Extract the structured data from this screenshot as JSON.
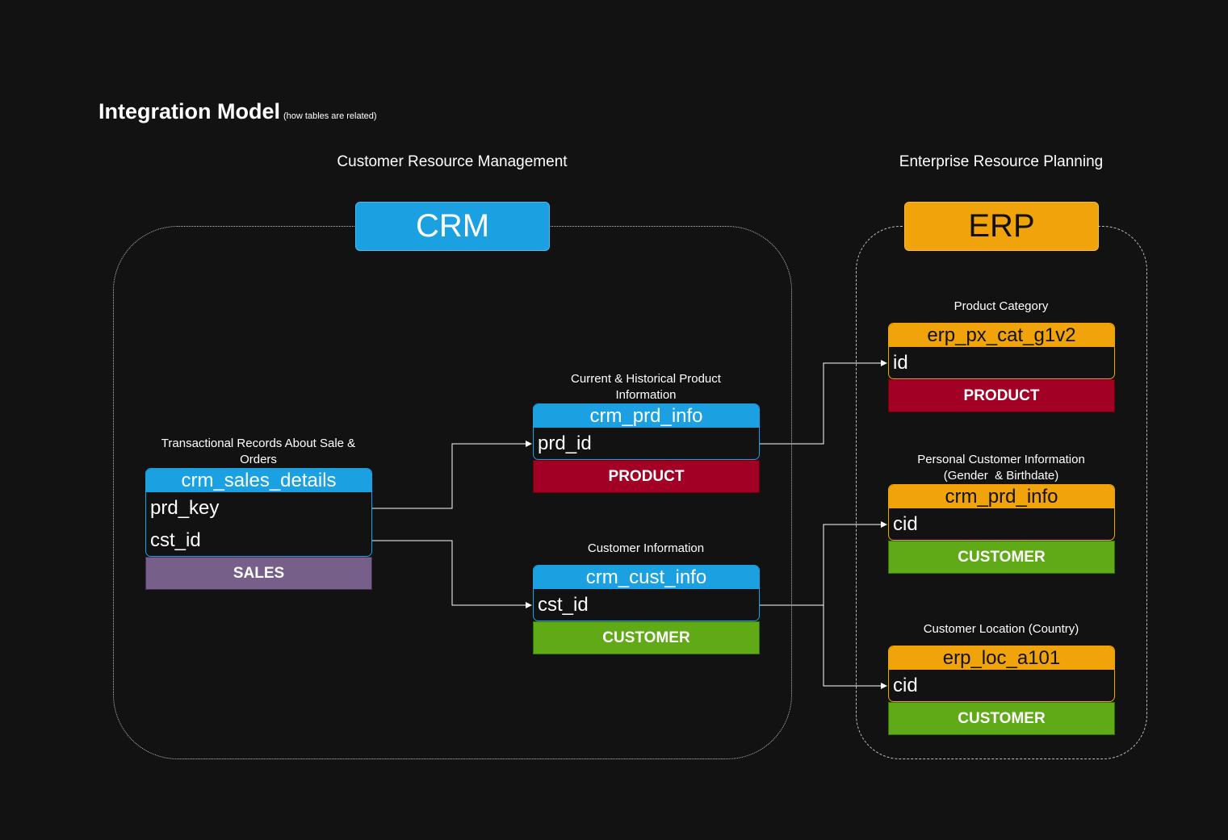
{
  "title": {
    "main": "Integration Model",
    "sub": "(how tables are related)"
  },
  "sections": {
    "crm_caption": "Customer Resource Management",
    "erp_caption": "Enterprise Resource Planning",
    "crm_badge": "CRM",
    "erp_badge": "ERP"
  },
  "tables": {
    "sales": {
      "caption": "Transactional Records About Sale & Orders",
      "name": "crm_sales_details",
      "fields": [
        "prd_key",
        "cst_id"
      ],
      "tag": "SALES"
    },
    "prd_info": {
      "caption": "Current & Historical Product Information",
      "name": "crm_prd_info",
      "fields": [
        "prd_id"
      ],
      "tag": "PRODUCT"
    },
    "cust_info": {
      "caption": "Customer Information",
      "name": "crm_cust_info",
      "fields": [
        "cst_id"
      ],
      "tag": "CUSTOMER"
    },
    "px_cat": {
      "caption": "Product Category",
      "name": "erp_px_cat_g1v2",
      "fields": [
        "id"
      ],
      "tag": "PRODUCT"
    },
    "erp_cust": {
      "caption_line1": "Personal Customer Information",
      "caption_line2": "(Gender  & Birthdate)",
      "name": "crm_prd_info",
      "fields": [
        "cid"
      ],
      "tag": "CUSTOMER"
    },
    "loc": {
      "caption": "Customer Location (Country)",
      "name": "erp_loc_a101",
      "fields": [
        "cid"
      ],
      "tag": "CUSTOMER"
    }
  },
  "colors": {
    "background": "#121212",
    "crm_blue": "#1ba1e2",
    "erp_orange": "#f0a30a",
    "product_red": "#a20025",
    "customer_green": "#60a917",
    "sales_purple": "#76608a"
  }
}
